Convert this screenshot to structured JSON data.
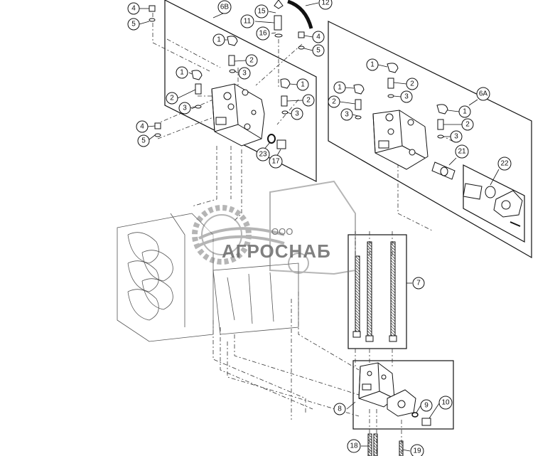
{
  "diagram": {
    "callouts": [
      {
        "id": "c-4a",
        "label": "4"
      },
      {
        "id": "c-5a",
        "label": "5"
      },
      {
        "id": "c-6b",
        "label": "6B"
      },
      {
        "id": "c-12",
        "label": "12"
      },
      {
        "id": "c-15",
        "label": "15"
      },
      {
        "id": "c-11",
        "label": "11"
      },
      {
        "id": "c-16",
        "label": "16"
      },
      {
        "id": "c-4b",
        "label": "4"
      },
      {
        "id": "c-5b",
        "label": "5"
      },
      {
        "id": "c-1a",
        "label": "1"
      },
      {
        "id": "c-2a",
        "label": "2"
      },
      {
        "id": "c-3a",
        "label": "3"
      },
      {
        "id": "c-1b",
        "label": "1"
      },
      {
        "id": "c-2b",
        "label": "2"
      },
      {
        "id": "c-3b",
        "label": "3"
      },
      {
        "id": "c-1c",
        "label": "1"
      },
      {
        "id": "c-2c",
        "label": "2"
      },
      {
        "id": "c-3c",
        "label": "3"
      },
      {
        "id": "c-4c",
        "label": "4"
      },
      {
        "id": "c-5c",
        "label": "5"
      },
      {
        "id": "c-23",
        "label": "23"
      },
      {
        "id": "c-17",
        "label": "17"
      },
      {
        "id": "c-1d",
        "label": "1"
      },
      {
        "id": "c-1e",
        "label": "1"
      },
      {
        "id": "c-2d",
        "label": "2"
      },
      {
        "id": "c-3d",
        "label": "3"
      },
      {
        "id": "c-2e",
        "label": "2"
      },
      {
        "id": "c-3e",
        "label": "3"
      },
      {
        "id": "c-6a",
        "label": "6A"
      },
      {
        "id": "c-1f",
        "label": "1"
      },
      {
        "id": "c-2f",
        "label": "2"
      },
      {
        "id": "c-3f",
        "label": "3"
      },
      {
        "id": "c-21",
        "label": "21"
      },
      {
        "id": "c-22",
        "label": "22"
      },
      {
        "id": "c-7",
        "label": "7"
      },
      {
        "id": "c-8",
        "label": "8"
      },
      {
        "id": "c-9",
        "label": "9"
      },
      {
        "id": "c-10",
        "label": "10"
      },
      {
        "id": "c-18",
        "label": "18"
      },
      {
        "id": "c-19",
        "label": "19"
      }
    ]
  },
  "watermark": {
    "company_prefix": "ООО",
    "company_name": "АГРОСНАБ",
    "logo_color": "#7a7a7a"
  }
}
